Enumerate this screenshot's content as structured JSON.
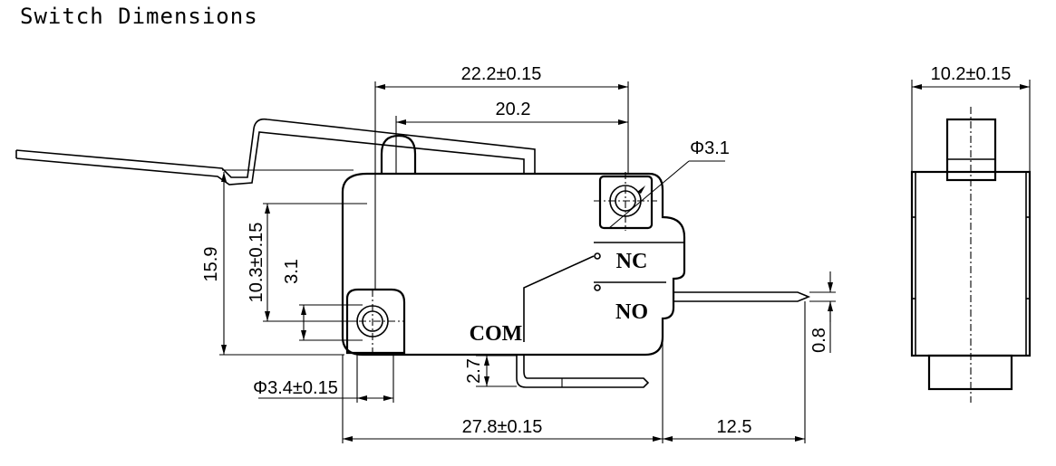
{
  "title": "Switch Dimensions",
  "dimensions": {
    "d_22_2": "22.2±0.15",
    "d_20_2": "20.2",
    "d_phi_3_1": "Φ3.1",
    "d_10_2": "10.2±0.15",
    "d_15_9": "15.9",
    "d_10_3": "10.3±0.15",
    "d_3_1": "3.1",
    "d_phi_3_4": "Φ3.4±0.15",
    "d_2_7": "2.7",
    "d_0_8": "0.8",
    "d_27_8": "27.8±0.15",
    "d_12_5": "12.5"
  },
  "terminals": {
    "nc": "NC",
    "no": "NO",
    "com": "COM"
  }
}
